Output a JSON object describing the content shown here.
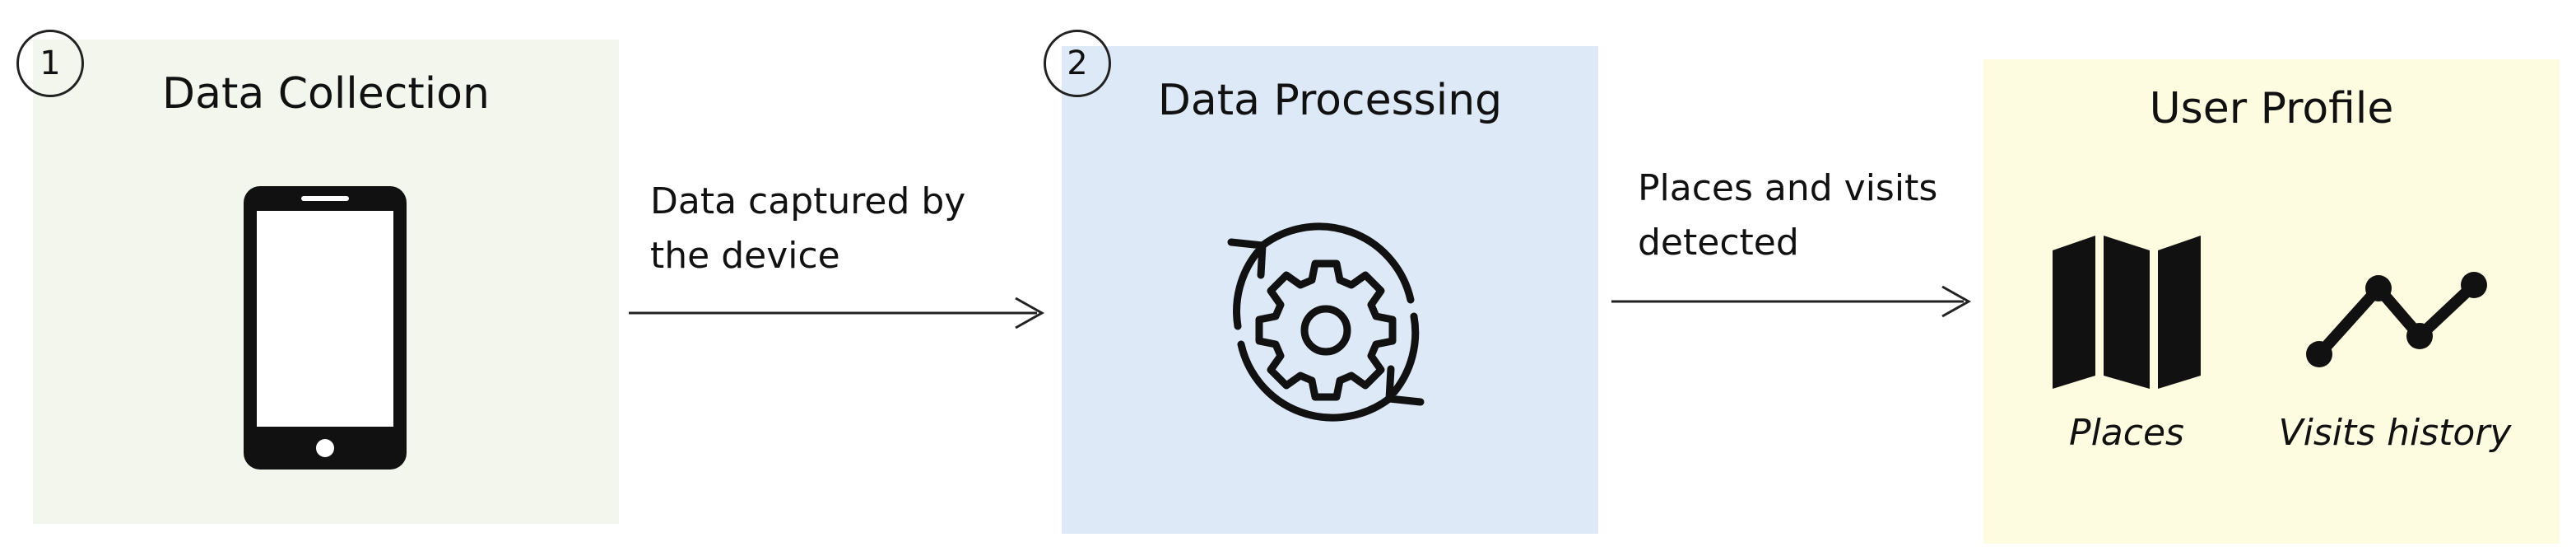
{
  "steps": {
    "collection": {
      "number": "1",
      "title": "Data Collection",
      "icon": "smartphone-icon",
      "background": "#f3f6ec"
    },
    "processing": {
      "number": "2",
      "title": "Data Processing",
      "icon": "gear-cycle-icon",
      "background": "#dde9f7"
    },
    "profile": {
      "title": "User Profile",
      "background": "#fdfbe0",
      "items": [
        {
          "icon": "map-icon",
          "label": "Places"
        },
        {
          "icon": "line-chart-icon",
          "label": "Visits history"
        }
      ]
    }
  },
  "arrows": [
    {
      "label": "Data captured by\nthe device"
    },
    {
      "label": "Places and visits\ndetected"
    }
  ]
}
